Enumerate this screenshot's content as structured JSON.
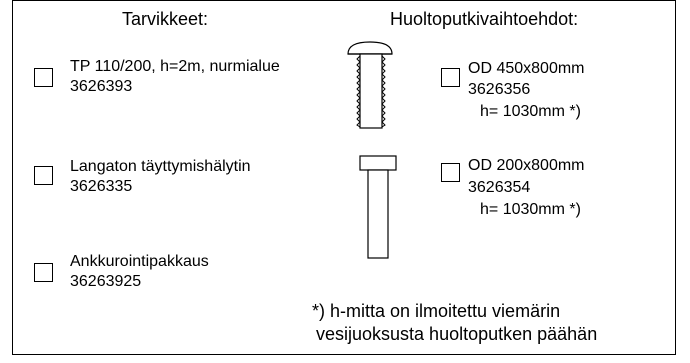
{
  "headers": {
    "left": "Tarvikkeet:",
    "right": "Huoltoputkivaihtoehdot:"
  },
  "supplies": [
    {
      "line1": "TP 110/200, h=2m, nurmialue",
      "line2": "3626393"
    },
    {
      "line1": "Langaton täyttymishälytin",
      "line2": "3626335"
    },
    {
      "line1": "Ankkurointipakkaus",
      "line2": "36263925"
    }
  ],
  "pipe_options": [
    {
      "line1": "OD 450x800mm",
      "line2": "3626356",
      "line3": "h= 1030mm *)"
    },
    {
      "line1": "OD 200x800mm",
      "line2": "3626354",
      "line3": "h= 1030mm *)"
    }
  ],
  "footnote": {
    "line1": "*) h-mitta on ilmoitettu viemärin",
    "line2": "vesijuoksusta huoltoputken päähän"
  },
  "icons": [
    "checkbox",
    "service-pipe-wide-icon",
    "service-pipe-narrow-icon"
  ]
}
